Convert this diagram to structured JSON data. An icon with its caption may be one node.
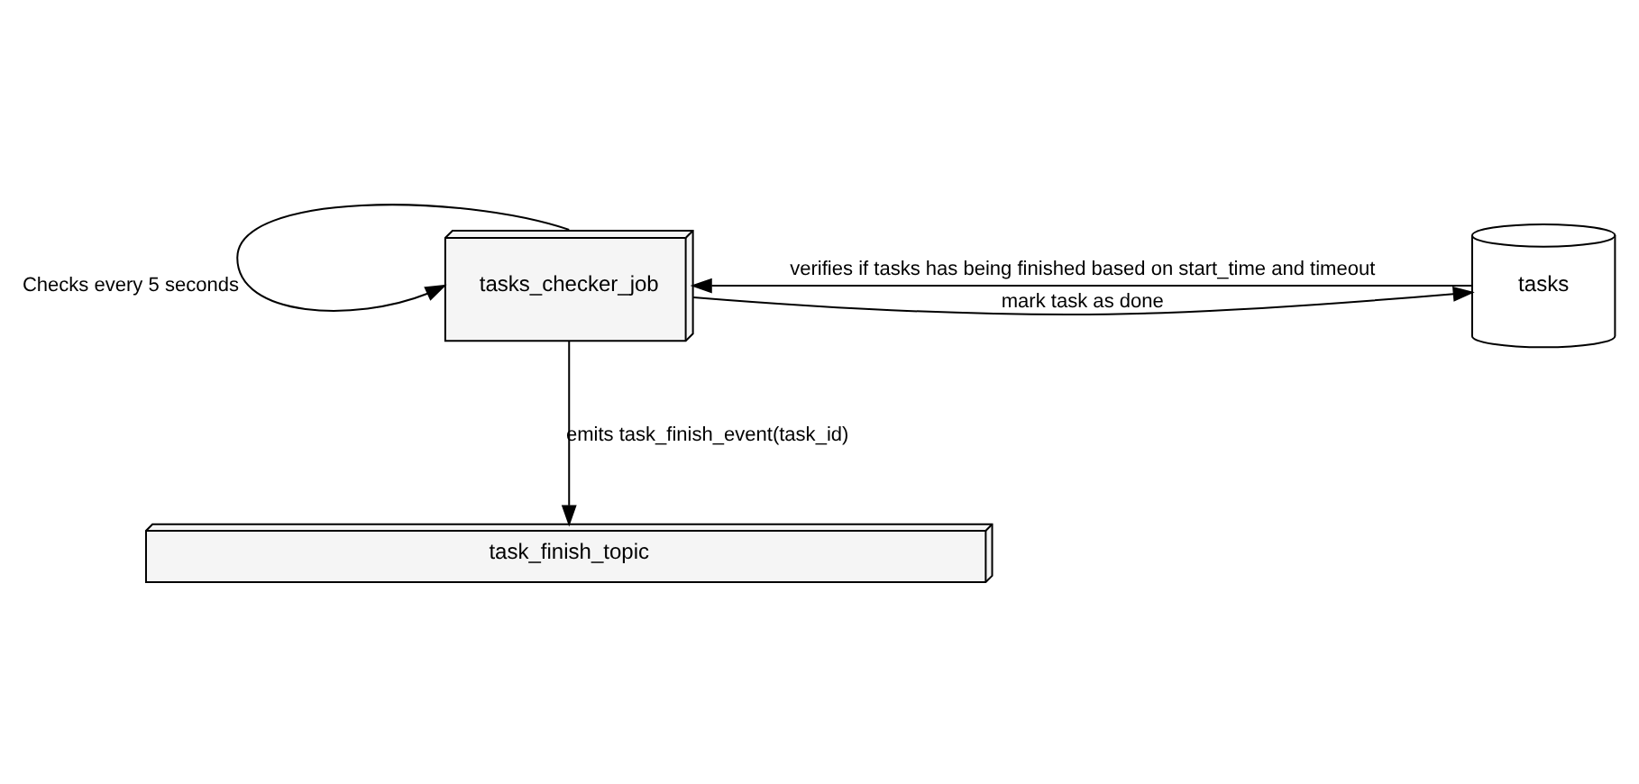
{
  "diagram": {
    "nodes": [
      {
        "text": [
          "tasks_checker_job"
        ]
      },
      {
        "text": [
          "tasks"
        ]
      },
      {
        "text": [
          "task_finish_topic"
        ]
      }
    ],
    "edges": [
      {
        "from": 0,
        "to": 0,
        "arrow": "to",
        "label": "Checks every 5 seconds"
      },
      {
        "from": 1,
        "to": 0,
        "arrow": "to",
        "label": "verifies if tasks has being finished based on start_time and timeout"
      },
      {
        "from": 0,
        "to": 1,
        "arrow": "to",
        "label": "mark task as done"
      },
      {
        "from": 0,
        "to": 2,
        "arrow": "to",
        "label": "emits task_finish_event(task_id)"
      }
    ]
  }
}
